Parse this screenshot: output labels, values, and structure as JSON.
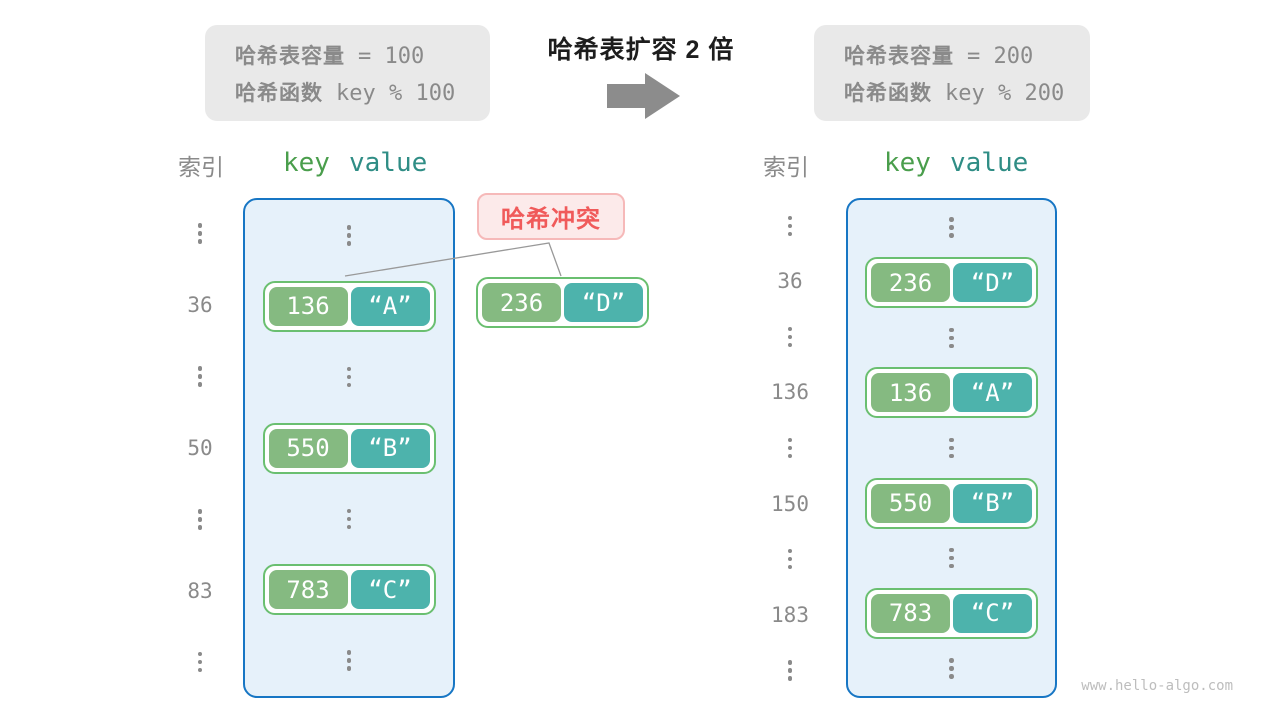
{
  "info_left": {
    "cap_label": "哈希表容量",
    "cap_value": "= 100",
    "fn_label": "哈希函数",
    "fn_value": "key % 100"
  },
  "info_right": {
    "cap_label": "哈希表容量",
    "cap_value": "= 200",
    "fn_label": "哈希函数",
    "fn_value": "key % 200"
  },
  "transition_title": "哈希表扩容 2 倍",
  "collision_label": "哈希冲突",
  "collision_pair": {
    "key": "236",
    "value": "“D”"
  },
  "left_diagram": {
    "index_header": "索引",
    "key_header": "key",
    "value_header": "value",
    "rows": [
      {
        "type": "dots"
      },
      {
        "type": "pair",
        "index": "36",
        "key": "136",
        "value": "“A”"
      },
      {
        "type": "dots"
      },
      {
        "type": "pair",
        "index": "50",
        "key": "550",
        "value": "“B”"
      },
      {
        "type": "dots"
      },
      {
        "type": "pair",
        "index": "83",
        "key": "783",
        "value": "“C”"
      },
      {
        "type": "dots"
      }
    ]
  },
  "right_diagram": {
    "index_header": "索引",
    "key_header": "key",
    "value_header": "value",
    "rows": [
      {
        "type": "dots"
      },
      {
        "type": "pair",
        "index": "36",
        "key": "236",
        "value": "“D”"
      },
      {
        "type": "dots"
      },
      {
        "type": "pair",
        "index": "136",
        "key": "136",
        "value": "“A”"
      },
      {
        "type": "dots"
      },
      {
        "type": "pair",
        "index": "150",
        "key": "550",
        "value": "“B”"
      },
      {
        "type": "dots"
      },
      {
        "type": "pair",
        "index": "183",
        "key": "783",
        "value": "“C”"
      },
      {
        "type": "dots"
      }
    ]
  },
  "watermark": "www.hello-algo.com",
  "colors": {
    "table_fill": "#E6F1FA",
    "table_border": "#1776C4",
    "pair_border": "#6ABF70",
    "key_fill": "#85BA81",
    "value_fill": "#4DB3AC",
    "key_header": "#4A9E4C",
    "value_header": "#2F8D85",
    "collision_bg": "#FCEAEA",
    "collision_border": "#F6B9B9",
    "collision_text": "#F05A5A",
    "info_bg": "#E9E9E9",
    "gray_text": "#8A8A8A",
    "arrow": "#8C8C8C",
    "connector": "#999999",
    "watermark": "#BDBDBD"
  }
}
